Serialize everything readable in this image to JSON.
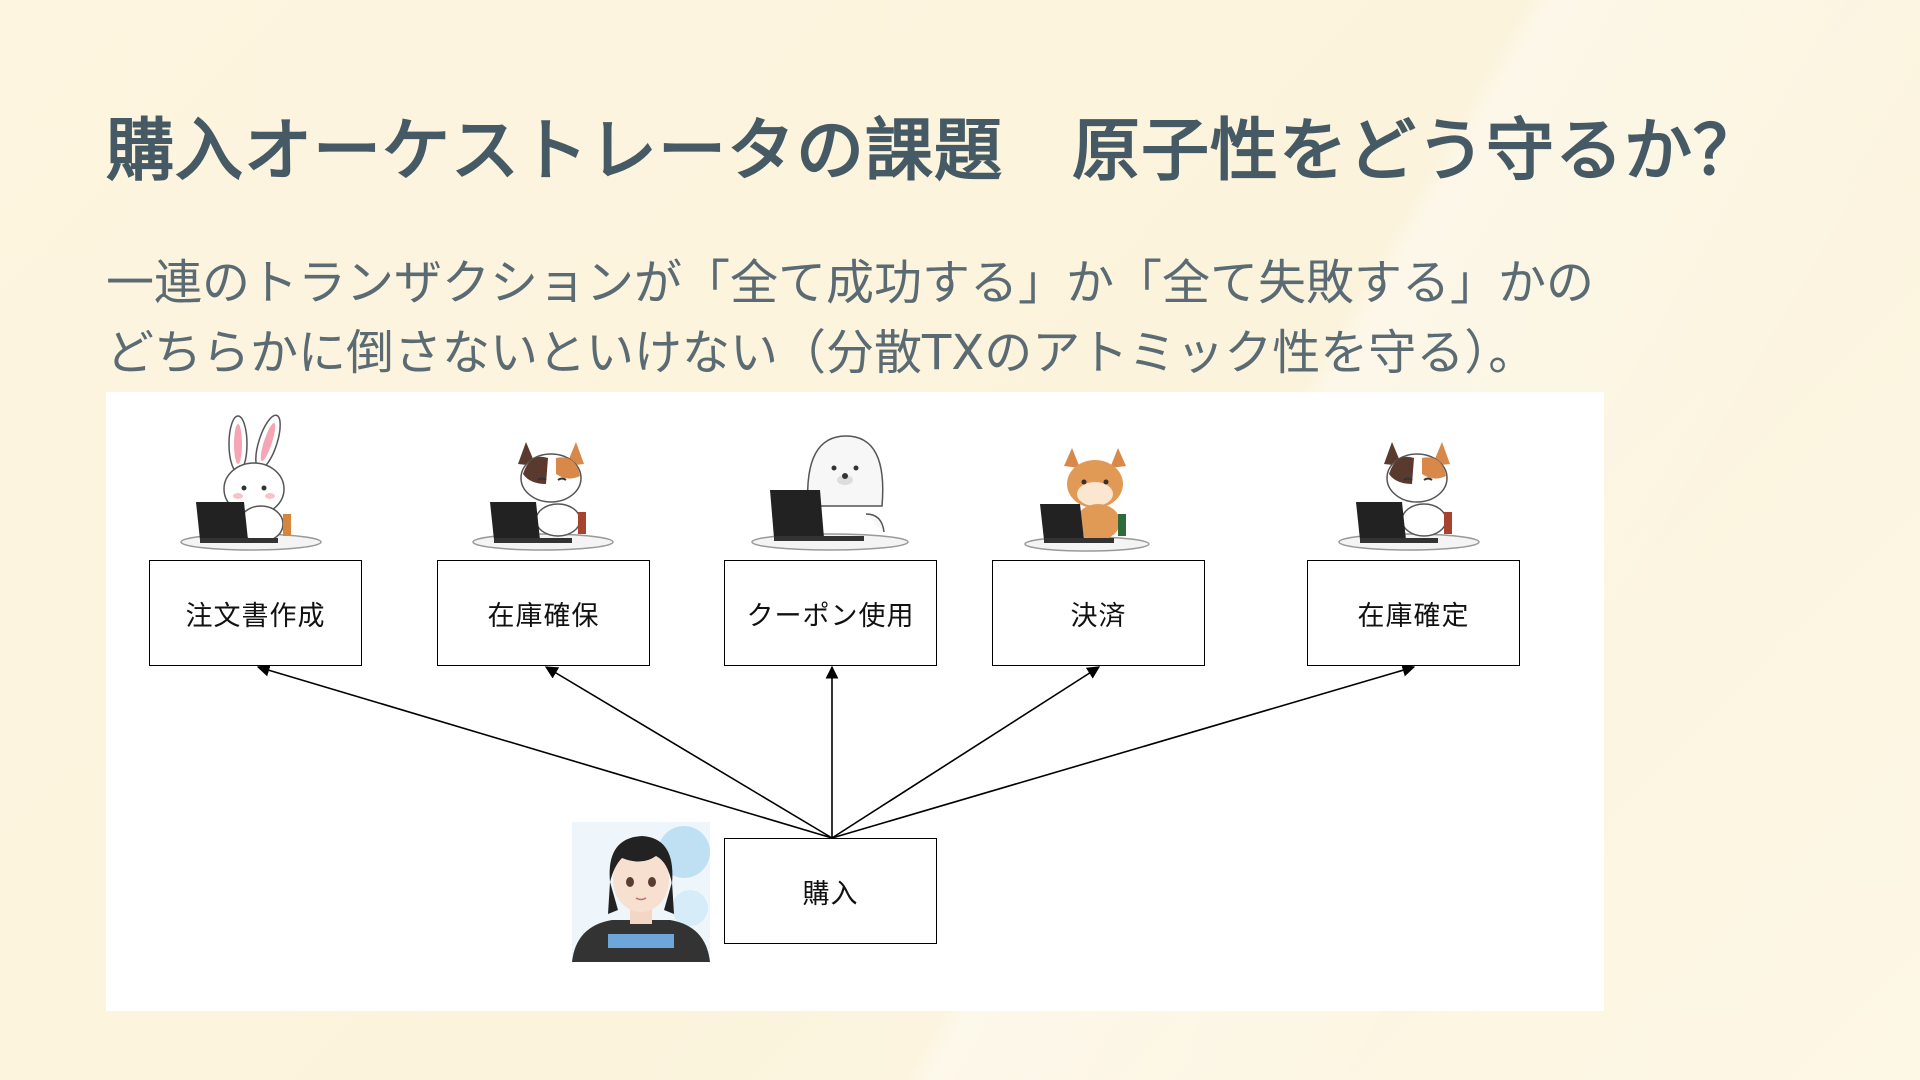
{
  "slide": {
    "title": "購入オーケストレータの課題　原子性をどう守るか？",
    "description_lines": [
      "一連のトランザクションが「全て成功する」か「全て失敗する」かの",
      "どちらかに倒さないといけない（分散TXのアトミック性を守る）。"
    ]
  },
  "diagram": {
    "source_node": "購入",
    "service_nodes": [
      "注文書作成",
      "在庫確保",
      "クーポン使用",
      "決済",
      "在庫確定"
    ],
    "icons": {
      "source": "person-avatar-icon",
      "services": [
        "rabbit-at-laptop-icon",
        "calico-cat-at-laptop-icon",
        "seal-at-laptop-icon",
        "shiba-dog-at-laptop-icon",
        "calico-cat-at-laptop-icon"
      ]
    }
  },
  "colors": {
    "title": "#455a64",
    "text": "#5b6b73",
    "background": "#fdf5df"
  }
}
